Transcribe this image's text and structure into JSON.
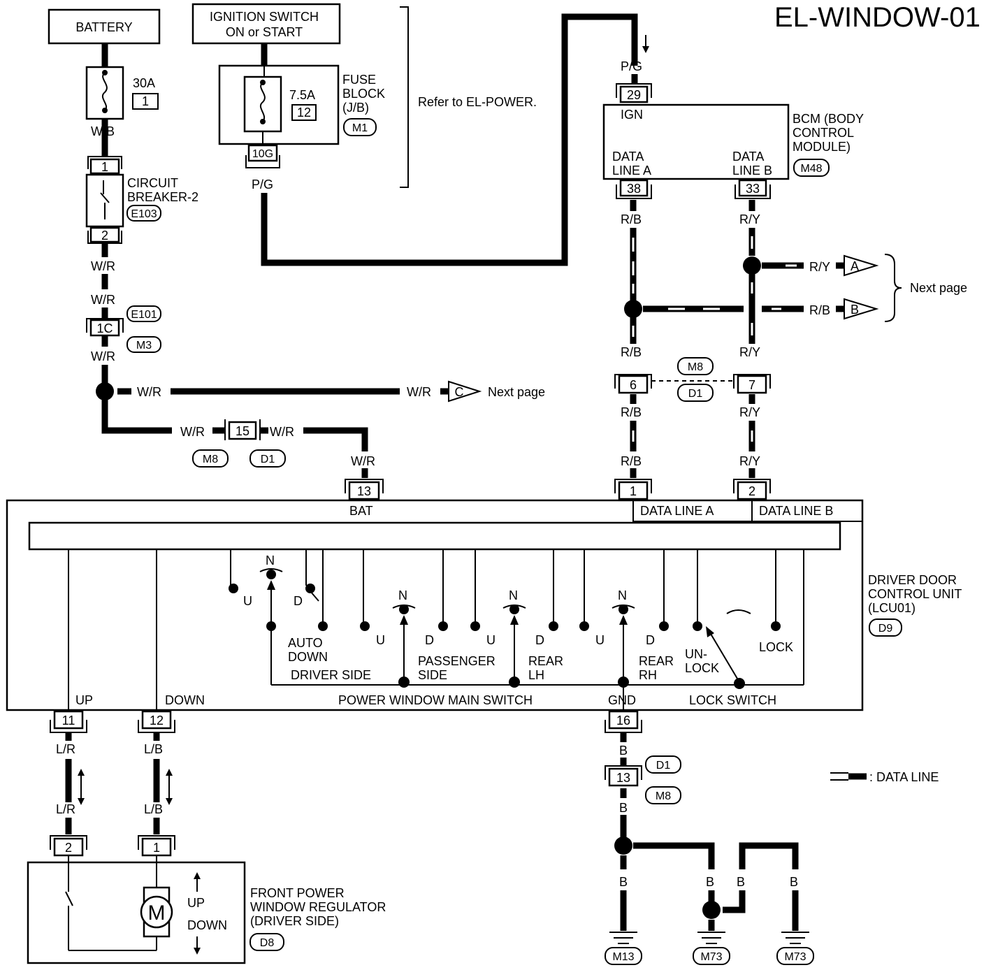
{
  "title": "EL-WINDOW-01",
  "components": {
    "battery": "BATTERY",
    "ignition_line1": "IGNITION SWITCH",
    "ignition_line2": "ON or START",
    "fuse_30a": "30A",
    "fuse_30a_num": "1",
    "fuse_75a": "7.5A",
    "fuse_75a_num": "12",
    "fuse_block_1": "FUSE",
    "fuse_block_2": "BLOCK",
    "fuse_block_3": "(J/B)",
    "fuse_block_conn": "M1",
    "refer": "Refer to EL-POWER.",
    "breaker_1": "CIRCUIT",
    "breaker_2": "BREAKER-2",
    "breaker_conn": "E103",
    "bcm_1": "BCM (BODY",
    "bcm_2": "CONTROL",
    "bcm_3": "MODULE)",
    "bcm_conn": "M48",
    "bcm_ign": "IGN",
    "bcm_data_a1": "DATA",
    "bcm_data_a2": "LINE A",
    "bcm_data_b1": "DATA",
    "bcm_data_b2": "LINE B",
    "ddcu_1": "DRIVER DOOR",
    "ddcu_2": "CONTROL UNIT",
    "ddcu_3": "(LCU01)",
    "ddcu_conn": "D9",
    "regulator_1": "FRONT POWER",
    "regulator_2": "WINDOW REGULATOR",
    "regulator_3": "(DRIVER SIDE)",
    "regulator_conn": "D8",
    "motor": "M",
    "next_page": "Next page",
    "legend": ": DATA LINE"
  },
  "wire_colors": {
    "wb": "W/B",
    "wr": "W/R",
    "pg": "P/G",
    "rb": "R/B",
    "ry": "R/Y",
    "lr": "L/R",
    "lb": "L/B",
    "b": "B"
  },
  "connectors": {
    "c1": "1",
    "c2": "2",
    "c1c": "1C",
    "e101": "E101",
    "m3": "M3",
    "c15": "15",
    "m8": "M8",
    "d1": "D1",
    "c13": "13",
    "c10g": "10G",
    "c29": "29",
    "c38": "38",
    "c33": "33",
    "c6": "6",
    "c7": "7",
    "ca1": "1",
    "ca2": "2",
    "c11": "11",
    "c12": "12",
    "c16": "16",
    "c13b": "13",
    "m13": "M13",
    "m73a": "M73",
    "m73b": "M73",
    "r2": "2",
    "r1": "1"
  },
  "refs": {
    "a": "A",
    "b": "B",
    "c": "C"
  },
  "unit_labels": {
    "bat": "BAT",
    "data_line_a": "DATA LINE A",
    "data_line_b": "DATA LINE B",
    "up": "UP",
    "down": "DOWN",
    "main_switch": "POWER WINDOW MAIN SWITCH",
    "gnd": "GND",
    "lock_switch": "LOCK SWITCH",
    "auto": "AUTO",
    "auto_down": "DOWN",
    "driver_side": "DRIVER SIDE",
    "passenger": "PASSENGER",
    "passenger_side": "SIDE",
    "rear_lh_1": "REAR",
    "rear_lh_2": "LH",
    "rear_rh_1": "REAR",
    "rear_rh_2": "RH",
    "unlock_1": "UN-",
    "unlock_2": "LOCK",
    "lock": "LOCK",
    "n": "N",
    "u": "U",
    "d": "D",
    "reg_up": "UP",
    "reg_down": "DOWN"
  }
}
